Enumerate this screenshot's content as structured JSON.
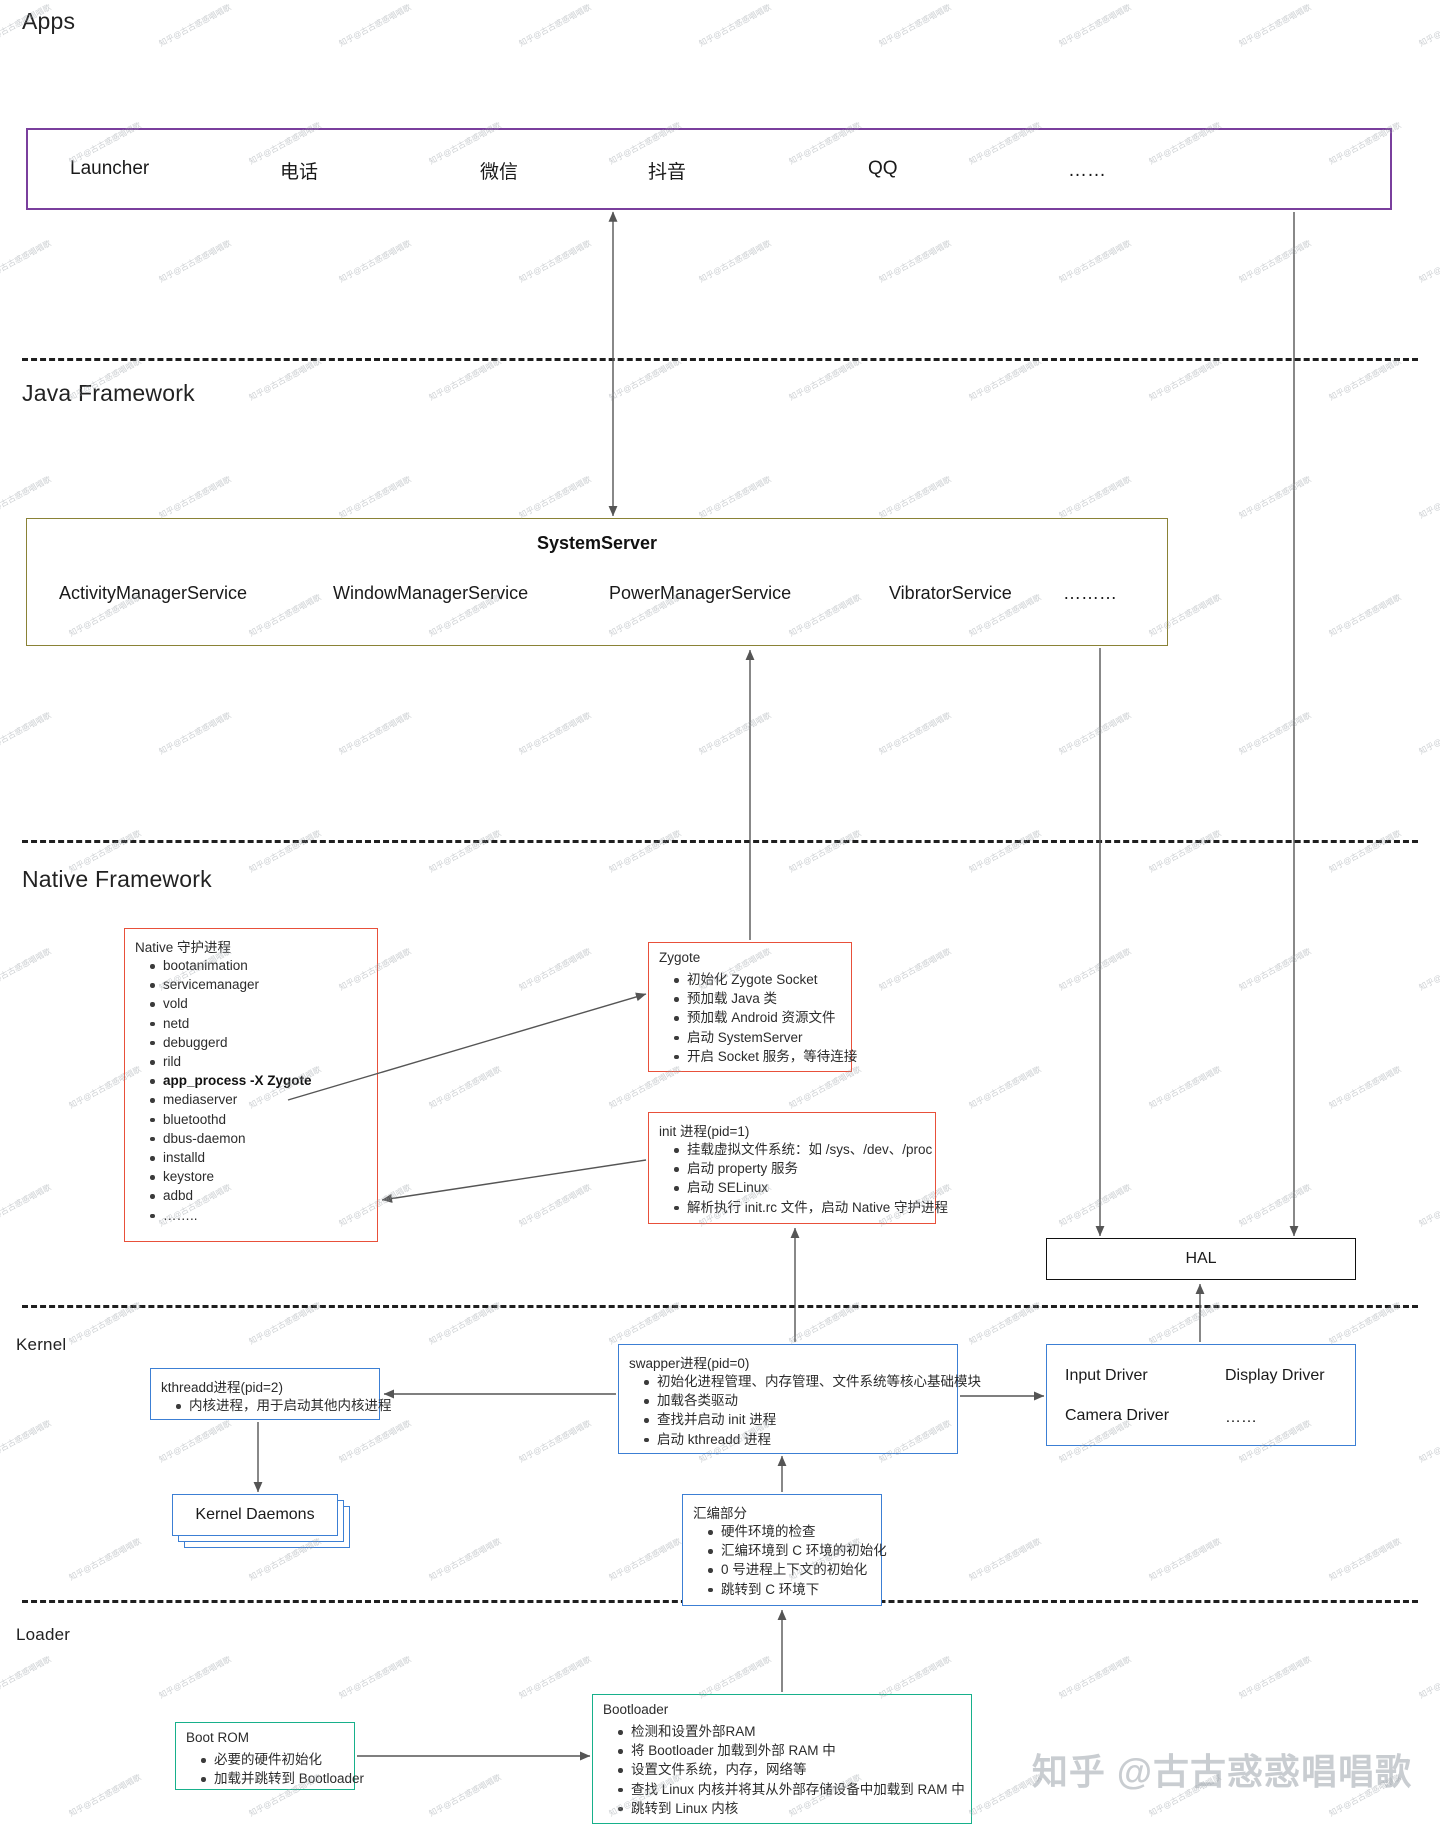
{
  "diagram": {
    "title": "Android Boot / System Architecture",
    "sections": [
      {
        "id": "apps",
        "label": "Apps"
      },
      {
        "id": "java_framework",
        "label": "Java Framework"
      },
      {
        "id": "native_framework",
        "label": "Native Framework"
      },
      {
        "id": "kernel",
        "label": "Kernel"
      },
      {
        "id": "loader",
        "label": "Loader"
      }
    ],
    "apps_box": {
      "border_color": "#7a3f9d",
      "items": [
        "Launcher",
        "电话",
        "微信",
        "抖音",
        "QQ",
        "……"
      ]
    },
    "system_server": {
      "border_color": "#8a8236",
      "title": "SystemServer",
      "services": [
        "ActivityManagerService",
        "WindowManagerService",
        "PowerManagerService",
        "VibratorService",
        "………"
      ]
    },
    "native_daemons": {
      "border_color": "#e8503a",
      "title": "Native 守护进程",
      "items": [
        "bootanimation",
        "servicemanager",
        "vold",
        "netd",
        "debuggerd",
        "rild",
        "app_process -X Zygote",
        "mediaserver",
        "bluetoothd",
        "dbus-daemon",
        "installd",
        "keystore",
        "adbd",
        "…….."
      ],
      "bold_item": "app_process -X Zygote"
    },
    "zygote": {
      "border_color": "#e8503a",
      "title": "Zygote",
      "items": [
        "初始化 Zygote Socket",
        "预加载 Java 类",
        "预加载 Android 资源文件",
        "启动 SystemServer",
        "开启 Socket 服务，等待连接"
      ]
    },
    "init_process": {
      "border_color": "#e8503a",
      "title": "init 进程(pid=1)",
      "items": [
        "挂载虚拟文件系统：如 /sys、/dev、/proc",
        "启动 property 服务",
        "启动 SELinux",
        "解析执行 init.rc 文件，启动 Native 守护进程"
      ]
    },
    "hal": {
      "border_color": "#111111",
      "label": "HAL"
    },
    "swapper": {
      "border_color": "#3c7fd4",
      "title": "swapper进程(pid=0)",
      "items": [
        "初始化进程管理、内存管理、文件系统等核心基础模块",
        "加载各类驱动",
        "查找并启动 init 进程",
        "启动 kthreadd 进程"
      ]
    },
    "kthreadd": {
      "border_color": "#3c7fd4",
      "title": "kthreadd进程(pid=2)",
      "items": [
        "内核进程，用于启动其他内核进程"
      ]
    },
    "kernel_daemons": {
      "border_color": "#3c7fd4",
      "label": "Kernel Daemons"
    },
    "drivers": {
      "border_color": "#3c7fd4",
      "items": [
        "Input Driver",
        "Display Driver",
        "Camera Driver",
        "……"
      ]
    },
    "assembly": {
      "border_color": "#3c7fd4",
      "title": "汇编部分",
      "items": [
        "硬件环境的检查",
        "汇编环境到 C 环境的初始化",
        "0 号进程上下文的初始化",
        "跳转到 C 环境下"
      ]
    },
    "bootloader": {
      "border_color": "#17b08b",
      "title": "Bootloader",
      "items": [
        "检测和设置外部RAM",
        "将 Bootloader 加载到外部 RAM 中",
        "设置文件系统，内存，网络等",
        "查找 Linux 内核并将其从外部存储设备中加载到 RAM 中",
        "跳转到 Linux 内核"
      ]
    },
    "boot_rom": {
      "border_color": "#17b08b",
      "title": "Boot ROM",
      "items": [
        "必要的硬件初始化",
        "加载并跳转到 Bootloader"
      ]
    },
    "watermark": {
      "text": "知乎 @古古惑惑唱唱歌",
      "color": "#c9cdd1"
    }
  }
}
